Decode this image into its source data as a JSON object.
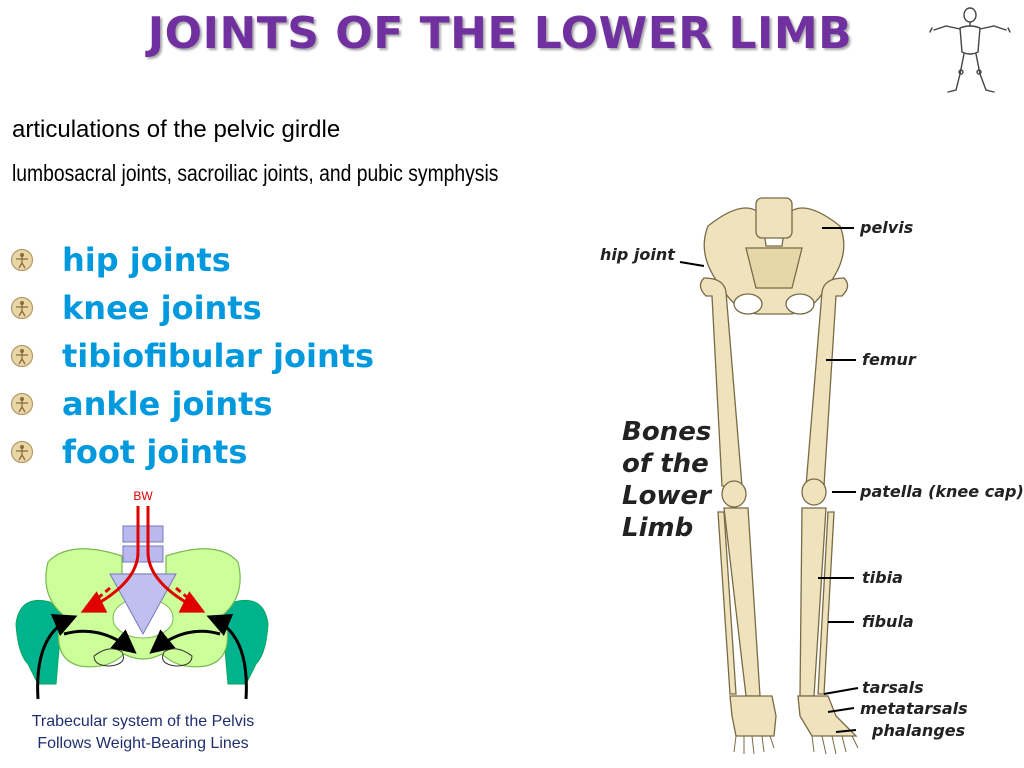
{
  "title": "JOINTS OF THE LOWER LIMB",
  "subtitle_line1": "articulations of the pelvic girdle",
  "subtitle_line2": "lumbosacral joints, sacroiliac joints, and pubic symphysis",
  "bullets": [
    {
      "label": "hip joints",
      "icon": "vitruvian-man-bullet-icon"
    },
    {
      "label": "knee joints",
      "icon": "vitruvian-man-bullet-icon"
    },
    {
      "label": "tibiofibular joints",
      "icon": "vitruvian-man-bullet-icon"
    },
    {
      "label": "ankle joints",
      "icon": "vitruvian-man-bullet-icon"
    },
    {
      "label": "foot joints",
      "icon": "vitruvian-man-bullet-icon"
    }
  ],
  "pelvis_diagram": {
    "bw_label": "BW",
    "caption_line1": "Trabecular system of the Pelvis",
    "caption_line2": "Follows Weight-Bearing Lines"
  },
  "skeleton_figure": {
    "heading": [
      "Bones",
      "of the",
      "Lower",
      "Limb"
    ],
    "labels": {
      "hip_joint": "hip joint",
      "pelvis": "pelvis",
      "femur": "femur",
      "patella": "patella (knee cap)",
      "tibia": "tibia",
      "fibula": "fibula",
      "tarsals": "tarsals",
      "metatarsals": "metatarsals",
      "phalanges": "phalanges"
    }
  },
  "colors": {
    "title": "#7030a0",
    "bullet_text": "#0099dd",
    "bone": "#efe3bd",
    "pelvis_green": "#ccff99",
    "pelvis_teal": "#00b38f",
    "arrow_red": "#e00000"
  }
}
